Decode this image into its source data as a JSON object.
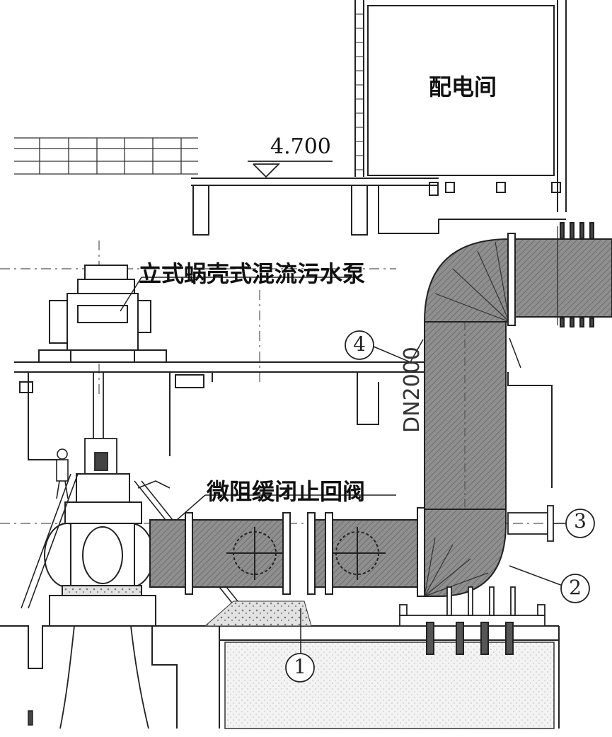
{
  "labels": {
    "room": "配电间",
    "elevation": "4.700",
    "pump": "立式蜗壳式混流污水泵",
    "valve": "微阻缓闭止回阀",
    "pipe_size": "DN2000"
  },
  "callouts": [
    "1",
    "2",
    "3",
    "4"
  ],
  "colors": {
    "line": "#222222",
    "pipe_fill": "#8d8d8d",
    "dash": "#555555"
  }
}
